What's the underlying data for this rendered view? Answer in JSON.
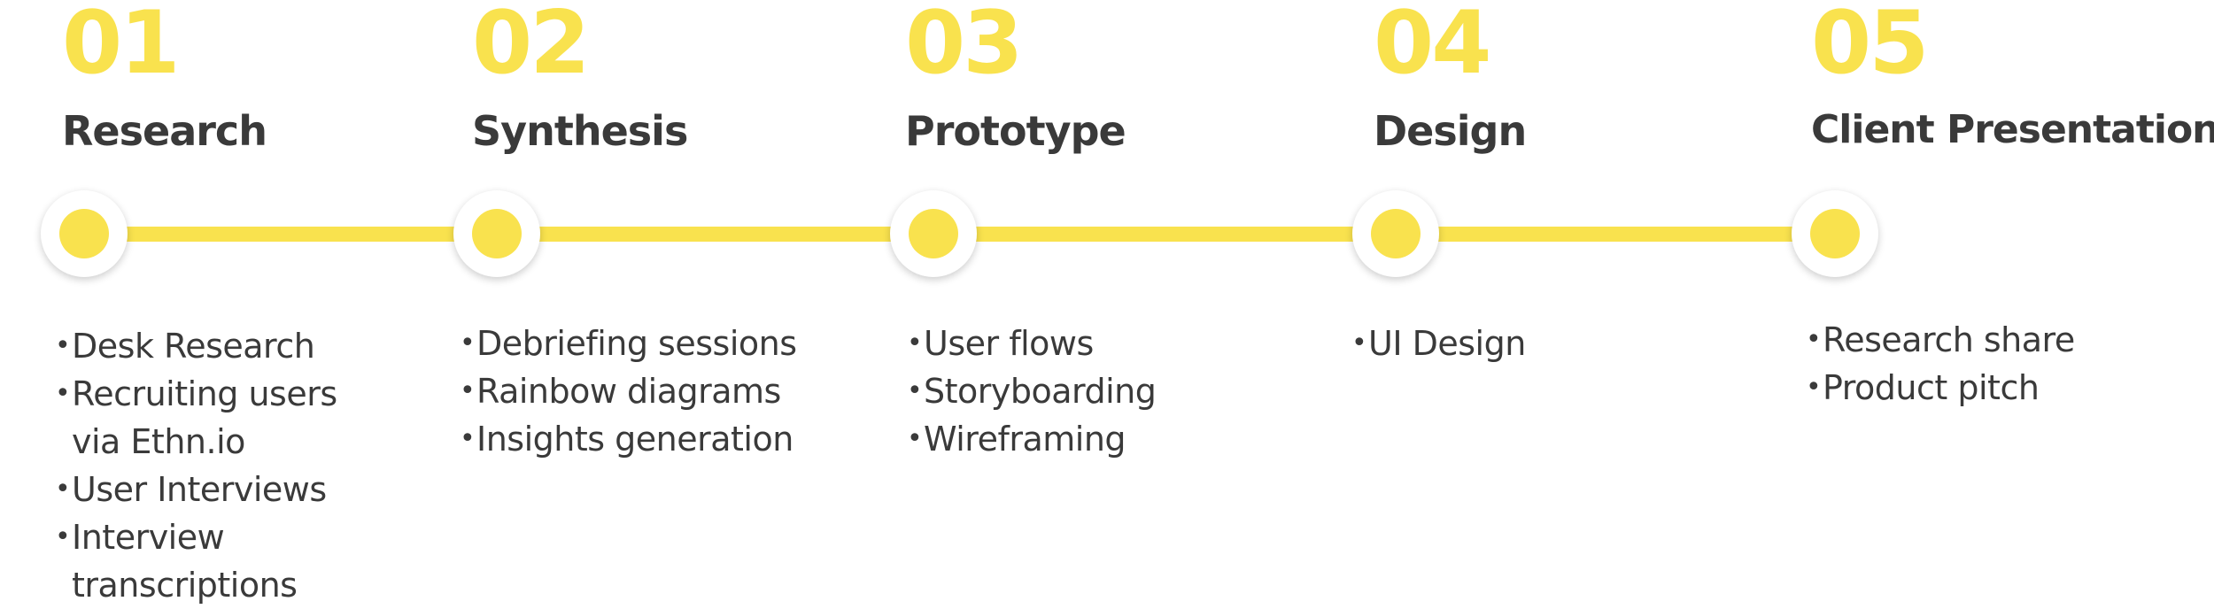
{
  "colors": {
    "accent": "#f9e24e",
    "text": "#3a3a3a",
    "background": "#ffffff"
  },
  "stages": [
    {
      "number": "01",
      "title": "Research",
      "items": [
        "Desk Research",
        "Recruiting users via Ethn.io",
        "User Interviews",
        "Interview transcriptions"
      ]
    },
    {
      "number": "02",
      "title": "Synthesis",
      "items": [
        "Debriefing sessions",
        "Rainbow diagrams",
        "Insights generation"
      ]
    },
    {
      "number": "03",
      "title": "Prototype",
      "items": [
        "User flows",
        "Storyboarding",
        "Wireframing"
      ]
    },
    {
      "number": "04",
      "title": "Design",
      "items": [
        "UI Design"
      ]
    },
    {
      "number": "05",
      "title": "Client Presentation",
      "items": [
        "Research share",
        "Product pitch"
      ]
    }
  ]
}
